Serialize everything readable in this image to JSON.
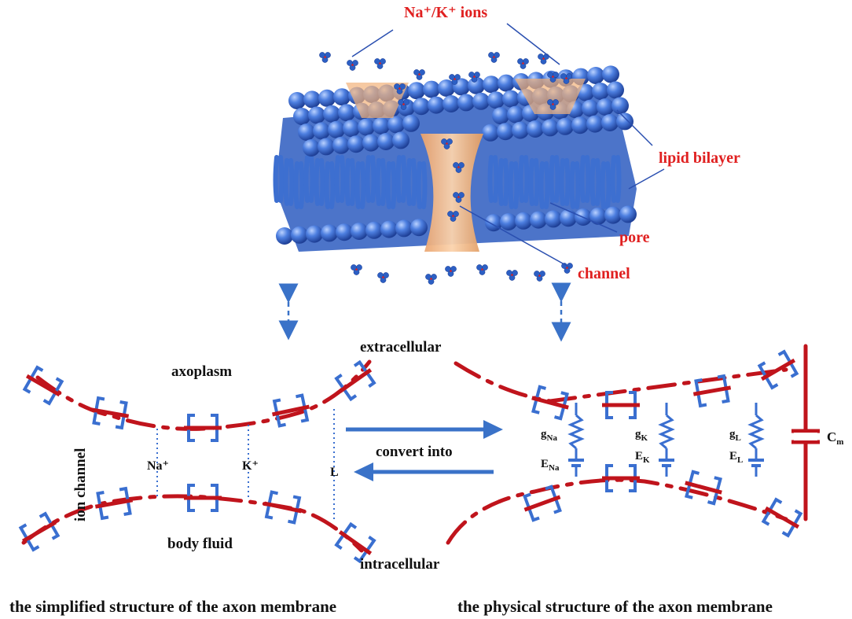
{
  "membrane": {
    "ions_label": "Na⁺/K⁺ ions",
    "lipid_bilayer_label": "lipid bilayer",
    "pore_label": "pore",
    "channel_label": "channel"
  },
  "simplified": {
    "axoplasm_label": "axoplasm",
    "body_fluid_label": "body fluid",
    "ion_channel_label": "ion channel",
    "na_label": "Na⁺",
    "k_label": "K⁺",
    "l_label": "L",
    "caption": "the simplified structure of the axon membrane"
  },
  "physical": {
    "extracellular_label": "extracellular",
    "intracellular_label": "intracellular",
    "gna": {
      "main": "g",
      "sub": "Na"
    },
    "ena": {
      "main": "E",
      "sub": "Na"
    },
    "gk": {
      "main": "g",
      "sub": "K"
    },
    "ek": {
      "main": "E",
      "sub": "K"
    },
    "gl": {
      "main": "g",
      "sub": "L"
    },
    "el": {
      "main": "E",
      "sub": "L"
    },
    "cm": {
      "main": "C",
      "sub": "m"
    },
    "caption": "the physical structure of the axon membrane"
  },
  "convert_label": "convert into",
  "colors": {
    "lipid_blue": "#3d6fd0",
    "channel_orange": "#f2b27a",
    "label_red": "#e02020",
    "wire_red": "#c0141c",
    "bracket_blue": "#3a6fd0",
    "arrow_blue": "#3a72c8"
  }
}
